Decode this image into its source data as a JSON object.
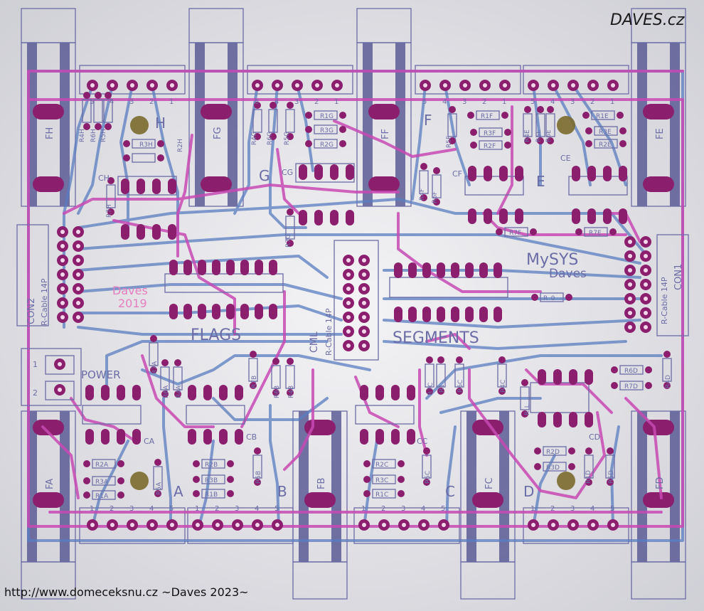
{
  "brand": "DAVES.cz",
  "footer": "http://www.domeceksnu.cz ~Daves 2023~",
  "board_text": {
    "mysys": "MySYS",
    "daves": "Daves",
    "pink_daves": "Daves",
    "pink_year": "2019",
    "flags": "FLAGS",
    "segments": "SEGMENTS",
    "power": "POWER",
    "cml": "CML",
    "rcable_mid": "R-Cable 14P",
    "rcable_left": "R-Cable 14P",
    "rcable_right": "R-Cable 14P",
    "con1": "CON1",
    "con2": "CON2"
  },
  "segment_letters": [
    "H",
    "G",
    "F",
    "E",
    "A",
    "B",
    "C",
    "D"
  ],
  "connectors_top": [
    "FH",
    "FG",
    "FF",
    "FE"
  ],
  "connectors_bottom": [
    "FA",
    "FB",
    "FC",
    "FD"
  ],
  "chips": [
    "CH",
    "CG",
    "CF",
    "CE",
    "CA",
    "CB",
    "CC",
    "CD"
  ],
  "resistors": {
    "top": [
      "R4H",
      "R6H",
      "R5H",
      "R3H",
      "R2H",
      "R4G",
      "R6G",
      "R5G",
      "R1G",
      "R3G",
      "R2G",
      "R5F",
      "R1F",
      "R3F",
      "R2F",
      "R4E",
      "R5E",
      "R6E",
      "R1E",
      "R3E",
      "R2E",
      "R7H",
      "R4F",
      "R6F",
      "R7F",
      "R7E",
      "R7G"
    ],
    "bottom": [
      "R2A",
      "R3A",
      "R1A",
      "R5A",
      "R2B",
      "R3B",
      "R1B",
      "R5B",
      "R2C",
      "R3C",
      "R1C",
      "R5C",
      "R2D",
      "R3D",
      "R1D",
      "R5D",
      "R7A",
      "R6A",
      "R4A",
      "R7B",
      "R6B",
      "R4B",
      "R7C",
      "R1",
      "R6C",
      "R4C",
      "R_0",
      "R6D",
      "R7D",
      "R4D",
      "R_L"
    ]
  },
  "terminal_numbers": [
    "5",
    "4",
    "3",
    "2",
    "1"
  ],
  "terminal_numbers_bottom": [
    "1",
    "2",
    "3",
    "4",
    "5"
  ],
  "power_pins": [
    "1",
    "2"
  ],
  "colors": {
    "top_copper": "#c84ab4",
    "bottom_copper": "#5a7dc0",
    "pad": "#8b1f6e",
    "silkscreen": "#6c6ca6",
    "background": "#e4e4e8"
  }
}
